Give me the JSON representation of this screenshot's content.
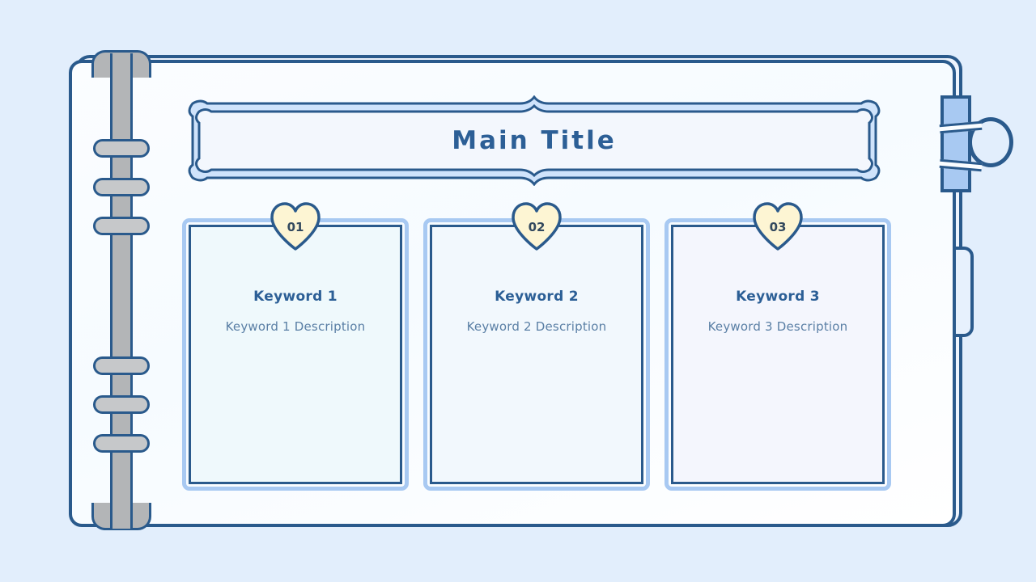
{
  "page": {
    "background_color": "#e2eefc",
    "accent_color": "#2a5a8c",
    "badge_color": "#fdf5d3"
  },
  "notebook": {
    "spine_label": "ring-binder-spine",
    "rings_count": 6,
    "clasp_label": "binder-clasp",
    "bookmark_label": "bookmark-tab"
  },
  "title": {
    "text": "Main Title"
  },
  "cards": [
    {
      "number": "01",
      "keyword": "Keyword 1",
      "description": "Keyword 1 Description"
    },
    {
      "number": "02",
      "keyword": "Keyword 2",
      "description": "Keyword 2 Description"
    },
    {
      "number": "03",
      "keyword": "Keyword 3",
      "description": "Keyword 3 Description"
    }
  ]
}
